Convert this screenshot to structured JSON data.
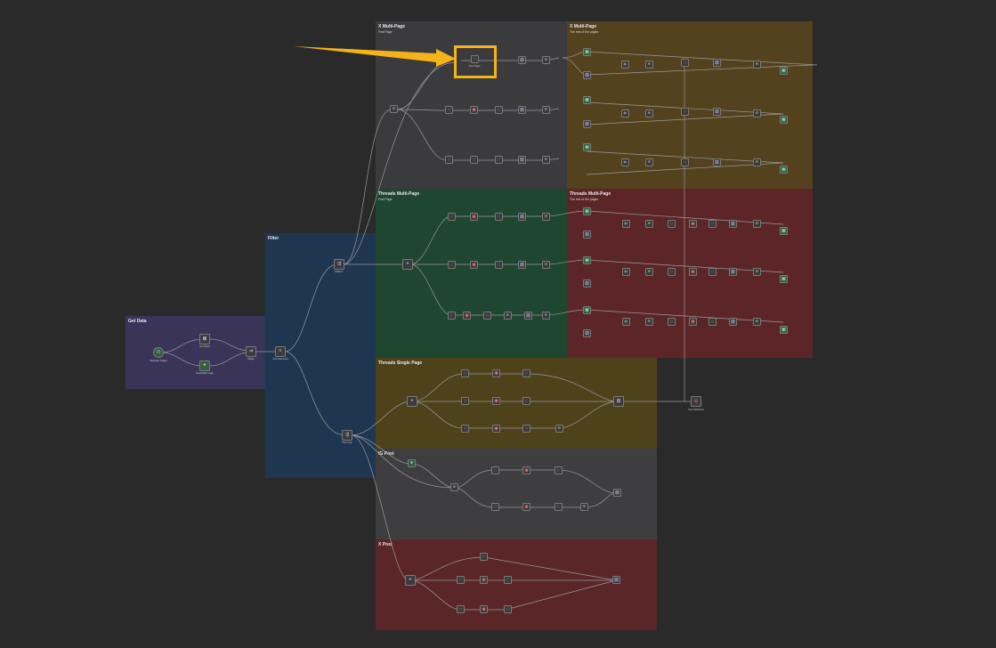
{
  "groups": [
    {
      "id": "get-data",
      "title": "Get Data",
      "subtitle": "",
      "color": "#3a3459"
    },
    {
      "id": "filter",
      "title": "Filter",
      "subtitle": "",
      "color": "#1e3650"
    },
    {
      "id": "x-multi-first",
      "title": "X Multi-Page",
      "subtitle": "First Page",
      "color": "#3b3b3d"
    },
    {
      "id": "x-multi-rest",
      "title": "X Multi-Page",
      "subtitle": "The rest of the pages",
      "color": "#54421f"
    },
    {
      "id": "threads-multi-first",
      "title": "Threads Multi-Page",
      "subtitle": "First Page",
      "color": "#1e4630"
    },
    {
      "id": "threads-multi-rest",
      "title": "Threads Multi-Page",
      "subtitle": "The rest of the pages",
      "color": "#5c2629"
    },
    {
      "id": "threads-single",
      "title": "Threads Single Page",
      "subtitle": "",
      "color": "#4e421b"
    },
    {
      "id": "ig-post",
      "title": "IG Post",
      "subtitle": "",
      "color": "#3e3e40"
    },
    {
      "id": "x-post",
      "title": "X Post",
      "subtitle": "",
      "color": "#5a2628"
    }
  ],
  "accent_colors": {
    "highlight": "#f5b31a",
    "arrow": "#f5b31a",
    "edge": "#9a9a9a",
    "node_border": "#7a7a7a",
    "node_fill": "#3b3b3b"
  },
  "nodes": {
    "schedule_trigger": {
      "label": "Schedule Trigger",
      "icon": "clock-icon"
    },
    "get_rows": {
      "label": "Get Rows",
      "icon": "sheet-icon"
    },
    "download_image": {
      "label": "Download Image",
      "icon": "download-icon"
    },
    "merge": {
      "label": "Merge",
      "icon": "merge-icon"
    },
    "only_approved": {
      "label": "Only Approved",
      "icon": "filter-icon"
    },
    "switch_platform": {
      "label": "Platform",
      "icon": "switch-icon"
    },
    "switch_type": {
      "label": "Post Type",
      "icon": "switch-icon"
    },
    "send_to_webhook": {
      "label": "Send Webhook",
      "icon": "webhook-icon"
    },
    "x_post_first_page": {
      "label": "Post Tweet",
      "icon": "x-logo-icon"
    }
  }
}
